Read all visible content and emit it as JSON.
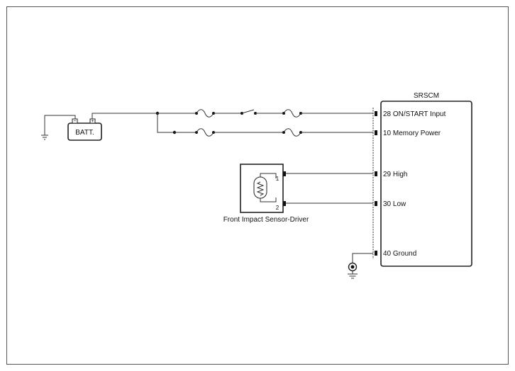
{
  "diagram": {
    "module_title": "SRSCM",
    "battery_label": "BATT.",
    "battery_terminals": [
      "−",
      "+"
    ],
    "sensor_caption": "Front Impact Sensor-Driver",
    "sensor_pins": [
      "1",
      "2"
    ],
    "module_pins": [
      {
        "number": "28",
        "name": "ON/START Input",
        "text": "28 ON/START Input"
      },
      {
        "number": "10",
        "name": "Memory Power",
        "text": "10 Memory Power"
      },
      {
        "number": "29",
        "name": "High",
        "text": "29 High"
      },
      {
        "number": "30",
        "name": "Low",
        "text": "30 Low"
      },
      {
        "number": "40",
        "name": "Ground",
        "text": "40 Ground"
      }
    ]
  }
}
